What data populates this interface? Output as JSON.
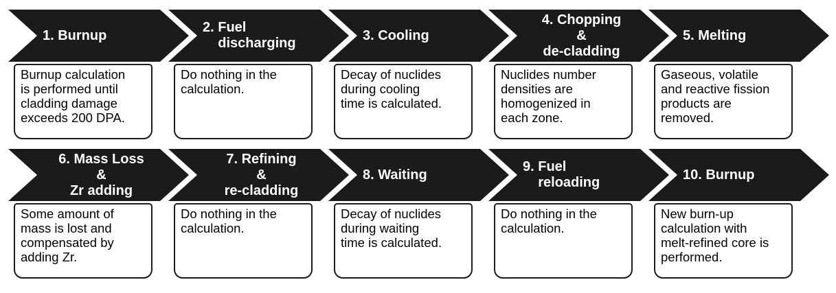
{
  "diagram": {
    "type": "process-flow",
    "colors": {
      "arrow_fill": "#1b1b1b",
      "arrow_text": "#ffffff",
      "box_border": "#1b1b1b",
      "box_background": "#ffffff",
      "box_text": "#000000",
      "page_background": "#ffffff"
    },
    "steps": [
      {
        "title": "1. Burnup",
        "description": "Burnup calculation\nis performed until\ncladding damage\nexceeds 200 DPA."
      },
      {
        "title": "2. Fuel\n    discharging",
        "description": "Do nothing in the\ncalculation."
      },
      {
        "title": "3. Cooling",
        "description": "Decay of nuclides\nduring cooling\ntime is calculated."
      },
      {
        "title": "4. Chopping\n&\nde-cladding",
        "description": "Nuclides number\ndensities are\nhomogenized in\neach zone."
      },
      {
        "title": "5. Melting",
        "description": "Gaseous, volatile\nand reactive fission\nproducts are\nremoved."
      },
      {
        "title": "6. Mass Loss\n&\nZr adding",
        "description": "Some amount of\nmass is lost and\ncompensated by\nadding Zr."
      },
      {
        "title": "7. Refining\n&\nre-cladding",
        "description": "Do nothing in the\ncalculation."
      },
      {
        "title": "8. Waiting",
        "description": "Decay of nuclides\nduring waiting\ntime is calculated."
      },
      {
        "title": "9. Fuel\n    reloading",
        "description": "Do nothing in the\ncalculation."
      },
      {
        "title": "10. Burnup",
        "description": "New burn-up\ncalculation with\nmelt-refined core is\nperformed."
      }
    ]
  }
}
